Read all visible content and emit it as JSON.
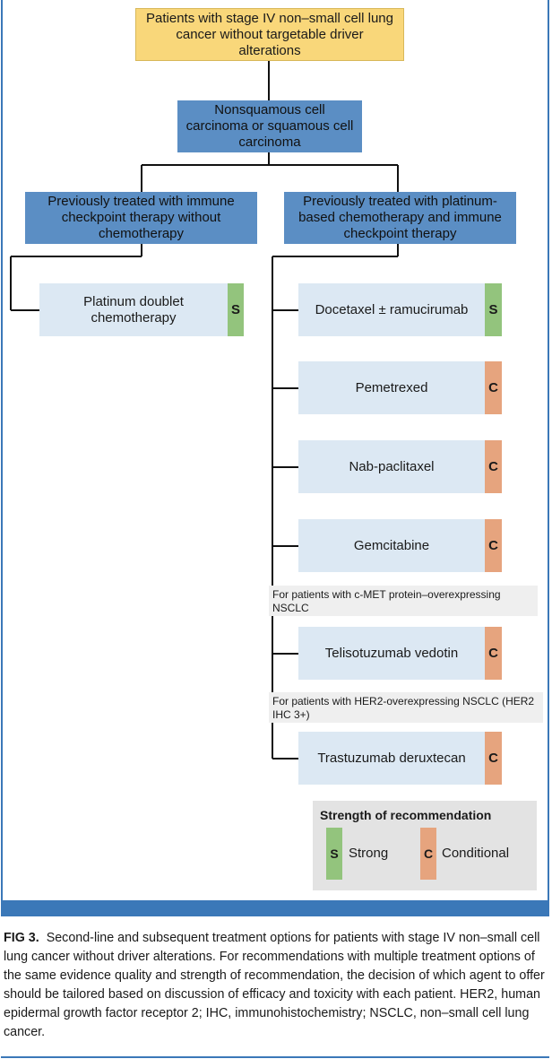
{
  "top_box": "Patients with stage IV non–small cell lung cancer without targetable driver alterations",
  "histology_box": "Nonsquamous cell carcinoma or squamous cell carcinoma",
  "left_branch": "Previously treated with immune checkpoint therapy without chemotherapy",
  "right_branch": "Previously treated with platinum-based chemotherapy and immune checkpoint therapy",
  "left_options": [
    {
      "label": "Platinum doublet chemotherapy",
      "strength": "S"
    }
  ],
  "right_options": [
    {
      "label": "Docetaxel ± ramucirumab",
      "strength": "S"
    },
    {
      "label": "Pemetrexed",
      "strength": "C"
    },
    {
      "label": "Nab-paclitaxel",
      "strength": "C"
    },
    {
      "label": "Gemcitabine",
      "strength": "C"
    },
    {
      "label": "Telisotuzumab vedotin",
      "strength": "C"
    },
    {
      "label": "Trastuzumab deruxtecan",
      "strength": "C"
    }
  ],
  "notes": [
    "For patients with c-MET protein–overexpressing NSCLC",
    "For patients with HER2-overexpressing NSCLC (HER2 IHC 3+)"
  ],
  "legend": {
    "title": "Strength of recommendation",
    "strong_badge": "S",
    "strong_label": "Strong",
    "conditional_badge": "C",
    "conditional_label": "Conditional"
  },
  "colors": {
    "strong": "#93c47d",
    "conditional": "#e6a47e",
    "header_blue": "#5b8ec4",
    "option_fill": "#dce8f3",
    "top_fill": "#f9d77a"
  },
  "caption": {
    "label": "FIG 3.",
    "text": "Second-line and subsequent treatment options for patients with stage IV non–small cell lung cancer without driver alterations. For recommendations with multiple treatment options of the same evidence quality and strength of recommendation, the decision of which agent to offer should be tailored based on discussion of efficacy and toxicity with each patient. HER2, human epidermal growth factor receptor 2; IHC, immunohistochemistry; NSCLC, non–small cell lung cancer."
  }
}
